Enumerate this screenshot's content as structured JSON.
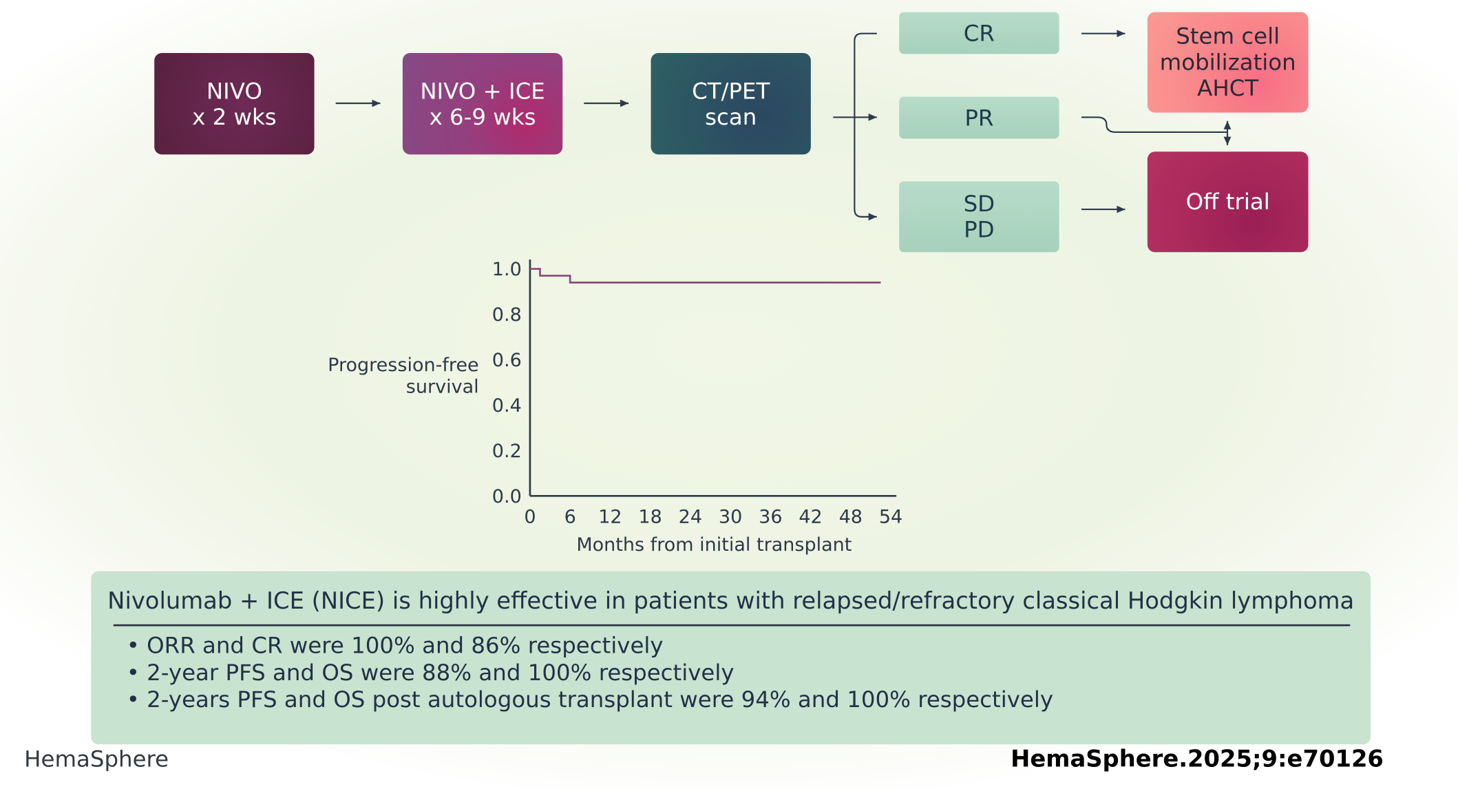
{
  "boxes": {
    "nivo": "NIVO\nx 2 wks",
    "nivo_ice": "NIVO + ICE\nx 6-9 wks",
    "ctpet": "CT/PET\nscan",
    "cr": "CR",
    "pr": "PR",
    "sdpd": "SD\nPD",
    "stem_cell": "Stem cell\nmobilization\nAHCT",
    "off_trial": "Off trial"
  },
  "colors": {
    "nivo": "#5d2245",
    "nivo_ice": "#93407e",
    "ctpet": "#2d5563",
    "response": "#a9d3be",
    "stem_cell": "#f98a8c",
    "off_trial": "#a8285a",
    "curve": "#8a4a78",
    "panel": "#c8e3cf"
  },
  "chart_data": {
    "type": "line",
    "ylabel": "Progression-free\nsurvival",
    "xlabel": "Months from initial transplant",
    "xlim": [
      0,
      54
    ],
    "ylim": [
      0,
      1
    ],
    "xticks": [
      0,
      6,
      12,
      18,
      24,
      30,
      36,
      42,
      48,
      54
    ],
    "yticks": [
      "0.0",
      "0.2",
      "0.4",
      "0.6",
      "0.8",
      "1.0"
    ],
    "step": true,
    "series": [
      {
        "x": [
          0,
          1.5,
          6,
          54
        ],
        "y": [
          1.0,
          0.97,
          0.94,
          0.94
        ],
        "x_end": 52.5
      }
    ]
  },
  "summary": {
    "title": "Nivolumab + ICE (NICE) is highly effective in patients with relapsed/refractory classical Hodgkin lymphoma",
    "bullets": [
      "ORR and CR were 100% and 86% respectively",
      "2-year PFS and OS were 88% and 100% respectively",
      "2-years PFS and OS post autologous transplant were 94% and 100% respectively"
    ]
  },
  "footer": {
    "brand": "HemaSphere",
    "citation": "HemaSphere.2025;9:e70126"
  }
}
